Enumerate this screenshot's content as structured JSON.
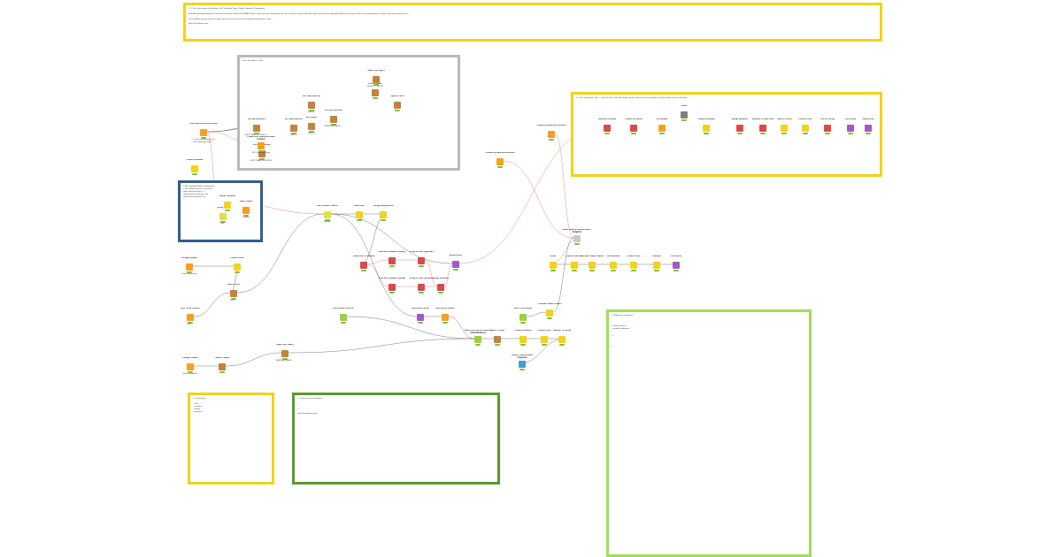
{
  "annotations": [
    {
      "id": "top",
      "style": "yellow",
      "text": "### Title: <description of workflow> H2O Sparkling Water - Model Training & Deployment ...\n\nA workflow demonstrating H2O machine learning on Spark with KNIME. Data is read, split into training and test sets, a model is trained with H2O and evaluated, then deployed. Models are stored as MOJO and applied back in Spark / Big Data environments ...\n\nThe workflow may be used with a Big Data connector such as a local Spark environment or Hive ...\n\nhttps://hub.knime.com/ ..."
    },
    {
      "id": "gray",
      "style": "gray",
      "text": "Use Local Spark + Hive"
    },
    {
      "id": "blue",
      "style": "blue",
      "text": "# H2O Sparkling Water configuration\n# Set number of cores / executors ...\nspark.executor.cores = 2\nspark.executor.memory = 4g\nspark.driver.memory = 2g\n..."
    },
    {
      "id": "right",
      "style": "yellow",
      "text": "### The \"production\" part: ... save the SQL code, the Regex string to extract the final variables, the final model and the evaluation ..."
    },
    {
      "id": "lime",
      "style": "lime",
      "text": "### About the evaluation ...\n\n...\n\n- model statistics\n- variable importance\n...\n\n---\n\n...\n\n---\n\n..."
    },
    {
      "id": "bottom-left",
      "style": "yellow",
      "text": "### meta data ...\n\n- score\n- variables ...\n- models\n- versions ..."
    },
    {
      "id": "bottom-mid",
      "style": "green",
      "text": "### How to run this workflow ...\n\n# ...\n\n# ...\n\nhttps://hub.knime.com/ ..."
    }
  ],
  "nodes": [
    {
      "id": "n01",
      "title": "Local Big Data Environment",
      "label": "** create local big data env *\nH2O Sparkling Water ...",
      "cat": "source"
    },
    {
      "id": "n02",
      "title": "DB SQL Executor",
      "label": "DROP TABLE IF EXISTS ...",
      "cat": "db"
    },
    {
      "id": "n03",
      "title": "DB Table Selector",
      "label": "data_01",
      "cat": "db"
    },
    {
      "id": "n04",
      "title": "DB Loader",
      "label": "data_01",
      "cat": "db"
    },
    {
      "id": "n05",
      "title": "DB Table Selector",
      "label": "data_01",
      "cat": "db"
    },
    {
      "id": "n06",
      "title": "Spark SQL Query",
      "label": "SELECT ... FROM ...",
      "cat": "db"
    },
    {
      "id": "n07",
      "title": "Hive to Spark",
      "label": "",
      "cat": "db"
    },
    {
      "id": "n08",
      "title": "Spark to H2O",
      "label": "",
      "cat": "db"
    },
    {
      "id": "n09",
      "title": "DB SQL Executor",
      "label": "REFRESH TABLE ...",
      "cat": "db"
    },
    {
      "id": "n10",
      "title": "DB SQL Executor",
      "label": "DROP TABLE IF EXISTS ...",
      "cat": "db"
    },
    {
      "id": "n11",
      "title": "Create H2O Sparkling Water Context",
      "label": "H2O Sparkling Water",
      "cat": "source"
    },
    {
      "id": "n12",
      "title": "Column Rename",
      "label": "",
      "cat": "manip"
    },
    {
      "id": "n13",
      "title": "Table Creator",
      "label": "settings",
      "cat": "source"
    },
    {
      "id": "n14",
      "title": "String Input",
      "label": "Path ...",
      "cat": "learner"
    },
    {
      "id": "n15",
      "title": "Merge Variables",
      "label": "",
      "cat": "manip"
    },
    {
      "id": "n16",
      "title": "Parquet Reader",
      "label": "data/train.parquet",
      "cat": "source"
    },
    {
      "id": "n17",
      "title": "Column Filter",
      "label": "",
      "cat": "manip"
    },
    {
      "id": "n18",
      "title": "Table to H2O",
      "label": "H2O ...",
      "cat": "db"
    },
    {
      "id": "n19",
      "title": "H2O Local Context",
      "label": "H2O ...",
      "cat": "source"
    },
    {
      "id": "n20",
      "title": "Parquet Reader",
      "label": "data/test.parquet",
      "cat": "source"
    },
    {
      "id": "n21",
      "title": "Table to Spark",
      "label": "",
      "cat": "db"
    },
    {
      "id": "n22",
      "title": "Spark SQL Query",
      "label": "REFRESH TABLE ...",
      "cat": "db"
    },
    {
      "id": "n23",
      "title": "H2O AutoML Learner",
      "label": "AutoML",
      "cat": "learner"
    },
    {
      "id": "n24",
      "title": "Row Filter",
      "label": "",
      "cat": "manip"
    },
    {
      "id": "n25",
      "title": "String Manipulation",
      "label": "",
      "cat": "manip"
    },
    {
      "id": "n26",
      "title": "Table Row to Variable",
      "label": "",
      "cat": "flow"
    },
    {
      "id": "n27",
      "title": "Java Edit Variable (simple)",
      "label": "",
      "cat": "flow"
    },
    {
      "id": "n28",
      "title": "String to Path (Variable)",
      "label": "",
      "cat": "flow"
    },
    {
      "id": "n29",
      "title": "Java Edit Variable (simple)",
      "label": "",
      "cat": "flow"
    },
    {
      "id": "n30",
      "title": "String to Path (Variable)",
      "label": "",
      "cat": "flow"
    },
    {
      "id": "n31",
      "title": "Merge Variables",
      "label": "",
      "cat": "flow"
    },
    {
      "id": "n32",
      "title": "Model Writer",
      "label": "",
      "cat": "sink"
    },
    {
      "id": "n33",
      "title": "H2O MOJO Writer",
      "label": "",
      "cat": "sink"
    },
    {
      "id": "n34",
      "title": "H2O MOJO Reader",
      "label": "",
      "cat": "source"
    },
    {
      "id": "n35",
      "title": "H2O Model to MOJO",
      "label": "",
      "cat": "predictor"
    },
    {
      "id": "n36",
      "title": "Spark H2O MOJO Predictor (Classification)",
      "label": "",
      "cat": "predictor"
    },
    {
      "id": "n37",
      "title": "Spark to Table",
      "label": "",
      "cat": "db"
    },
    {
      "id": "n38",
      "title": "Column Rename",
      "label": "",
      "cat": "manip"
    },
    {
      "id": "n39",
      "title": "Column Filter",
      "label": "",
      "cat": "manip"
    },
    {
      "id": "n40",
      "title": "Number To String",
      "label": "",
      "cat": "manip"
    },
    {
      "id": "n41",
      "title": "Binary Classification Inspector",
      "label": "",
      "cat": "view"
    },
    {
      "id": "n42",
      "title": "H2O Cross Result",
      "label": "",
      "cat": "predictor"
    },
    {
      "id": "n43",
      "title": "Constant Value Column",
      "label": "",
      "cat": "manip"
    },
    {
      "id": "n44",
      "title": "Model Quality Classification - Graphics",
      "label": "",
      "cat": "meta"
    },
    {
      "id": "n45",
      "title": "Joiner",
      "label": "",
      "cat": "manip"
    },
    {
      "id": "n46",
      "title": "Column Resorter",
      "label": "",
      "cat": "manip"
    },
    {
      "id": "n47",
      "title": "Constant Value Column",
      "label": "",
      "cat": "manip"
    },
    {
      "id": "n48",
      "title": "Concatenate",
      "label": "",
      "cat": "manip"
    },
    {
      "id": "n49",
      "title": "Column Filter",
      "label": "",
      "cat": "manip"
    },
    {
      "id": "n50",
      "title": "Rename",
      "label": "",
      "cat": "manip"
    },
    {
      "id": "n51",
      "title": "CSV Writer",
      "label": "",
      "cat": "sink"
    },
    {
      "id": "n52",
      "title": "Create Big Data Environment",
      "label": "",
      "cat": "source"
    },
    {
      "id": "n53",
      "title": "Create Big Data Environment",
      "label": "",
      "cat": "source"
    },
    {
      "id": "n54",
      "title": "Java Edit Variable",
      "label": "",
      "cat": "flow"
    },
    {
      "id": "n55",
      "title": "Create File Name",
      "label": "",
      "cat": "flow"
    },
    {
      "id": "n56",
      "title": "File Reader",
      "label": "",
      "cat": "source"
    },
    {
      "id": "n57",
      "title": "Cache",
      "label": "",
      "cat": "other"
    },
    {
      "id": "n58",
      "title": "Column Rename",
      "label": "",
      "cat": "manip"
    },
    {
      "id": "n59",
      "title": "Merge Variables",
      "label": "",
      "cat": "flow"
    },
    {
      "id": "n60",
      "title": "Variable to Table Row",
      "label": "",
      "cat": "flow"
    },
    {
      "id": "n61",
      "title": "Table to String",
      "label": "",
      "cat": "manip"
    },
    {
      "id": "n62",
      "title": "Column Filter",
      "label": "",
      "cat": "manip"
    },
    {
      "id": "n63",
      "title": "Path to String",
      "label": "",
      "cat": "flow"
    },
    {
      "id": "n64",
      "title": "Path Writer",
      "label": "",
      "cat": "sink"
    },
    {
      "id": "n65",
      "title": "Table Writer",
      "label": "",
      "cat": "sink"
    }
  ],
  "category_colors": {
    "source": "#f7a11a",
    "manip": "#f2d21a",
    "db": "#c4823a",
    "learner": "#e4e03a",
    "predictor": "#9fcf3f",
    "flow": "#d94b4b",
    "meta": "#c9c9c9",
    "view": "#3f9fd9",
    "sink": "#a05ac9",
    "other": "#7f7f7f"
  },
  "edges": [
    [
      "n01",
      "n02",
      "gray"
    ],
    [
      "n02",
      "n03",
      "gray"
    ],
    [
      "n03",
      "n04",
      "gray"
    ],
    [
      "n04",
      "n05",
      "gray"
    ],
    [
      "n01",
      "n06",
      "gray"
    ],
    [
      "n06",
      "n07",
      "gray"
    ],
    [
      "n07",
      "n08",
      "gray"
    ],
    [
      "n05",
      "n09",
      "gray"
    ],
    [
      "n09",
      "n10",
      "gray"
    ],
    [
      "n01",
      "n11",
      "red"
    ],
    [
      "n01",
      "n14",
      "red"
    ],
    [
      "n14",
      "n15",
      "red"
    ],
    [
      "n13",
      "n15",
      "gray"
    ],
    [
      "n15",
      "n23",
      "red"
    ],
    [
      "n16",
      "n17",
      "gray"
    ],
    [
      "n17",
      "n18",
      "gray"
    ],
    [
      "n18",
      "n23",
      "gray"
    ],
    [
      "n19",
      "n18",
      "gray"
    ],
    [
      "n20",
      "n21",
      "gray"
    ],
    [
      "n21",
      "n22",
      "gray"
    ],
    [
      "n23",
      "n24",
      "gray"
    ],
    [
      "n24",
      "n25",
      "gray"
    ],
    [
      "n25",
      "n26",
      "gray"
    ],
    [
      "n26",
      "n27",
      "red"
    ],
    [
      "n27",
      "n28",
      "red"
    ],
    [
      "n28",
      "n31",
      "red"
    ],
    [
      "n26",
      "n29",
      "red"
    ],
    [
      "n29",
      "n30",
      "red"
    ],
    [
      "n30",
      "n31",
      "red"
    ],
    [
      "n31",
      "n32",
      "red"
    ],
    [
      "n23",
      "n32",
      "gray"
    ],
    [
      "n23",
      "n33",
      "gray"
    ],
    [
      "n33",
      "n34",
      "gray"
    ],
    [
      "n34",
      "n36",
      "gray"
    ],
    [
      "n22",
      "n36",
      "gray"
    ],
    [
      "n35",
      "n36",
      "gray"
    ],
    [
      "n36",
      "n37",
      "gray"
    ],
    [
      "n37",
      "n38",
      "gray"
    ],
    [
      "n38",
      "n39",
      "gray"
    ],
    [
      "n39",
      "n40",
      "gray"
    ],
    [
      "n40",
      "n41",
      "gray"
    ],
    [
      "n42",
      "n43",
      "gray"
    ],
    [
      "n43",
      "n44",
      "gray"
    ],
    [
      "n44",
      "n45",
      "red"
    ],
    [
      "n45",
      "n46",
      "gray"
    ],
    [
      "n46",
      "n47",
      "gray"
    ],
    [
      "n47",
      "n48",
      "gray"
    ],
    [
      "n48",
      "n49",
      "gray"
    ],
    [
      "n49",
      "n50",
      "gray"
    ],
    [
      "n50",
      "n51",
      "gray"
    ],
    [
      "n52",
      "n44",
      "red"
    ],
    [
      "n53",
      "n44",
      "red"
    ],
    [
      "n54",
      "n55",
      "gray"
    ],
    [
      "n55",
      "n56",
      "gray"
    ],
    [
      "n56",
      "n57",
      "gray"
    ],
    [
      "n57",
      "n58",
      "gray"
    ],
    [
      "n58",
      "n59",
      "gray"
    ],
    [
      "n59",
      "n60",
      "gray"
    ],
    [
      "n60",
      "n61",
      "gray"
    ],
    [
      "n61",
      "n62",
      "gray"
    ],
    [
      "n62",
      "n63",
      "gray"
    ],
    [
      "n63",
      "n64",
      "gray"
    ],
    [
      "n64",
      "n65",
      "gray"
    ],
    [
      "n32",
      "n54",
      "red"
    ]
  ]
}
